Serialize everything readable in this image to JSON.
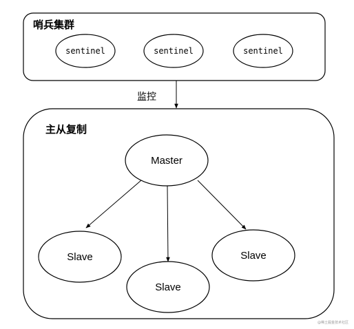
{
  "sentinel_cluster": {
    "title": "哨兵集群",
    "nodes": [
      "sentinel",
      "sentinel",
      "sentinel"
    ]
  },
  "monitor_label": "监控",
  "replication": {
    "title": "主从复制",
    "master": "Master",
    "slaves": [
      "Slave",
      "Slave",
      "Slave"
    ]
  },
  "watermark": "@稀土掘金技术社区"
}
